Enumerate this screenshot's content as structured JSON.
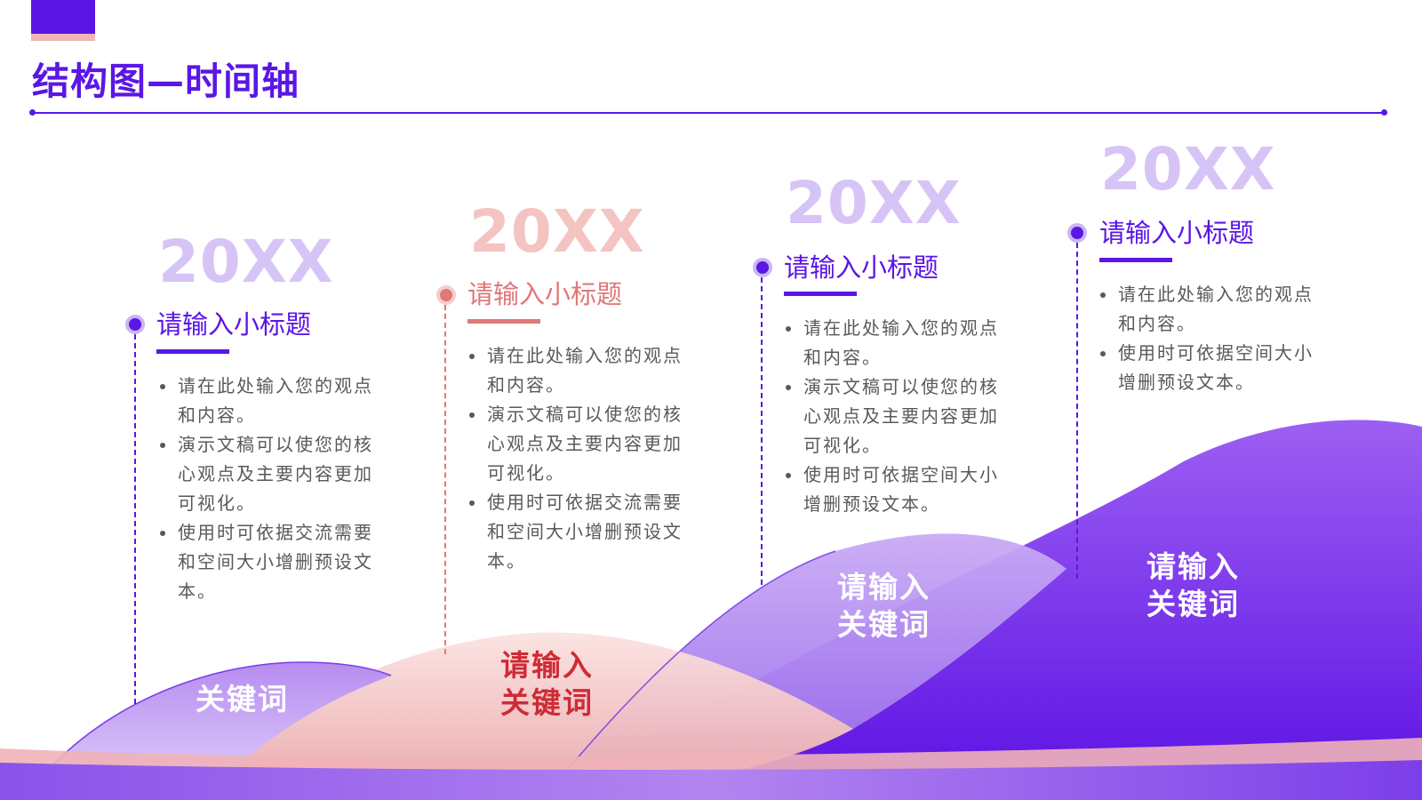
{
  "title": "结构图—时间轴",
  "colors": {
    "accent": "#5b16e6",
    "accent_light": "#cbb6f3",
    "coral": "#e07878",
    "coral_light": "#f0c3c3",
    "text": "#595959"
  },
  "items": [
    {
      "year": "20XX",
      "subtitle": "请输入小标题",
      "bullets": [
        "请在此处输入您的观点和内容。",
        "演示文稿可以使您的核心观点及主要内容更加可视化。",
        "使用时可依据交流需要和空间大小增删预设文本。"
      ],
      "keyword": "关键词"
    },
    {
      "year": "20XX",
      "subtitle": "请输入小标题",
      "bullets": [
        "请在此处输入您的观点和内容。",
        "演示文稿可以使您的核心观点及主要内容更加可视化。",
        "使用时可依据交流需要和空间大小增删预设文本。"
      ],
      "keyword_line1": "请输入",
      "keyword_line2": "关键词"
    },
    {
      "year": "20XX",
      "subtitle": "请输入小标题",
      "bullets": [
        "请在此处输入您的观点和内容。",
        "演示文稿可以使您的核心观点及主要内容更加可视化。",
        "使用时可依据空间大小增删预设文本。"
      ],
      "keyword_line1": "请输入",
      "keyword_line2": "关键词"
    },
    {
      "year": "20XX",
      "subtitle": "请输入小标题",
      "bullets": [
        "请在此处输入您的观点和内容。",
        "使用时可依据空间大小增删预设文本。"
      ],
      "keyword_line1": "请输入",
      "keyword_line2": "关键词"
    }
  ]
}
